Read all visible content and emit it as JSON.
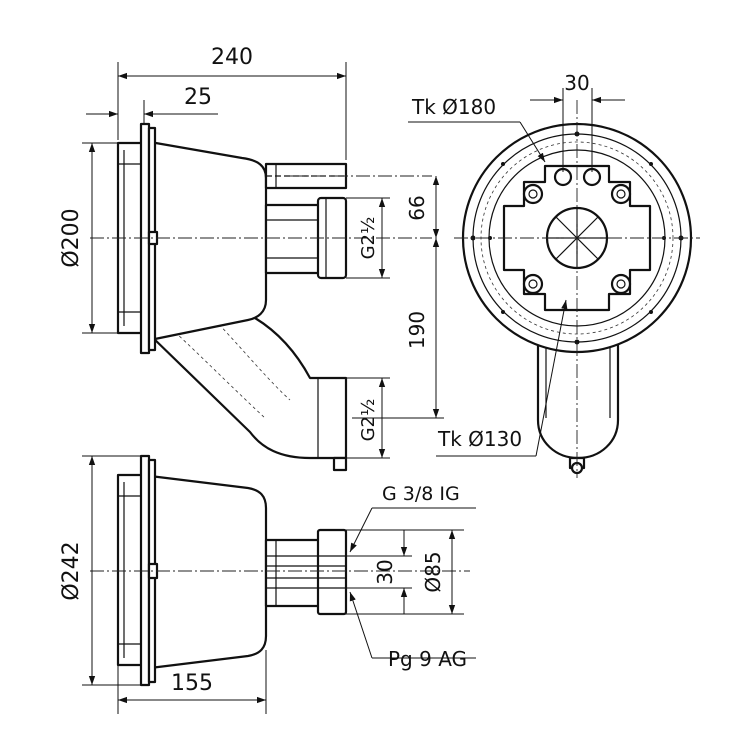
{
  "drawing": {
    "dimensions": {
      "overall_length": "240",
      "flange_depth": "25",
      "diameter_top_body": "Ø200",
      "thread_upper": "G2½",
      "upper_offset": "66",
      "lower_offset": "190",
      "thread_lower": "G2½",
      "bolt_circle_outer": "Tk Ø180",
      "bolt_circle_inner": "Tk Ø130",
      "bolt_spacing": "30",
      "diameter_bottom_body": "Ø242",
      "body_length": "155",
      "thread_small": "G 3/8 IG",
      "cable_gland": "Pg 9 AG",
      "inner_spacing": "30",
      "outlet_diameter": "Ø85"
    }
  }
}
